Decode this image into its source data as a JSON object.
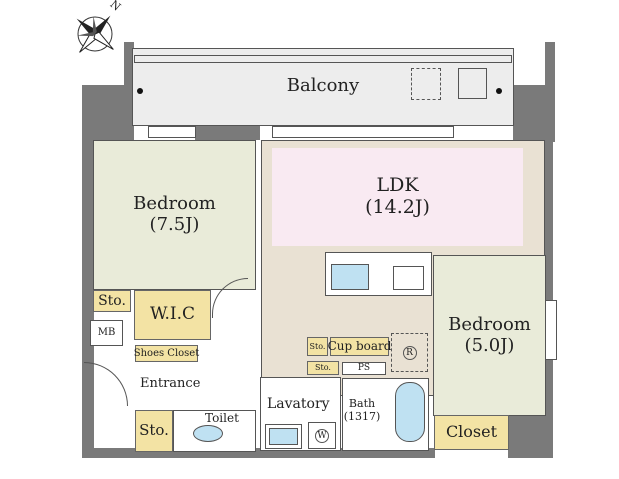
{
  "compass": {
    "north_label": "N"
  },
  "rooms": {
    "balcony": "Balcony",
    "ldk": {
      "name": "LDK",
      "size": "(14.2J)"
    },
    "bedroom1": {
      "name": "Bedroom",
      "size": "(7.5J)"
    },
    "bedroom2": {
      "name": "Bedroom",
      "size": "(5.0J)"
    },
    "sto_top": "Sto.",
    "wic": "W.I.C",
    "mb": "MB",
    "shoes_closet": "Shoes Closet",
    "entrance": "Entrance",
    "sto_bottom": "Sto.",
    "toilet": "Toilet",
    "lavatory": "Lavatory",
    "sto_small1": "Sto.",
    "cup_board": "Cup board",
    "sto_small2": "Sto.",
    "ps": "PS",
    "fridge": "R",
    "washer": "W",
    "bath": {
      "name": "Bath",
      "size": "(1317)"
    },
    "closet": "Closet"
  },
  "colors": {
    "wall": "#7a7a7a",
    "bedroom": "#e9ebd9",
    "ldk": "#e9e1d3",
    "ldk_inner": "#f9eaf2",
    "storage": "#f3e3a4",
    "balcony": "#ededed"
  }
}
